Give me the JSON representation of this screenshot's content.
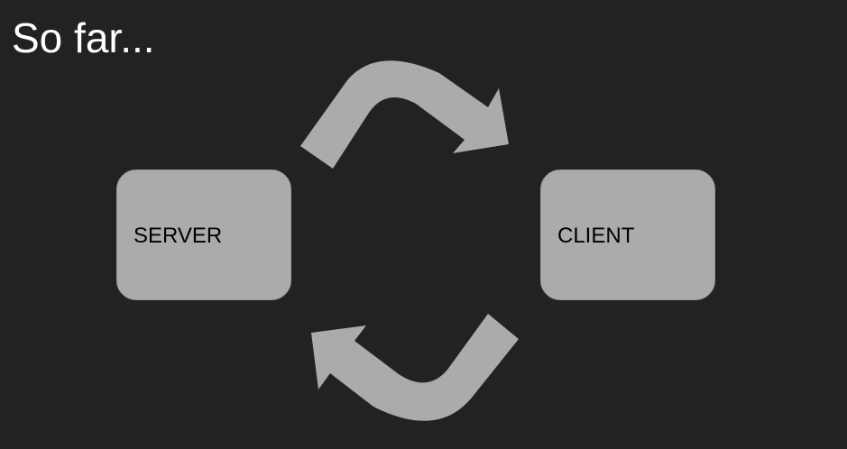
{
  "slide": {
    "title": "So far...",
    "nodes": {
      "server": {
        "label": "SERVER"
      },
      "client": {
        "label": "CLIENT"
      }
    },
    "edges": [
      {
        "from": "SERVER",
        "to": "CLIENT"
      },
      {
        "from": "CLIENT",
        "to": "SERVER"
      }
    ]
  },
  "colors": {
    "background": "#222222",
    "box_fill": "#ababab",
    "arrow_fill": "#ababab",
    "title_text": "#ffffff",
    "label_text": "#000000"
  }
}
